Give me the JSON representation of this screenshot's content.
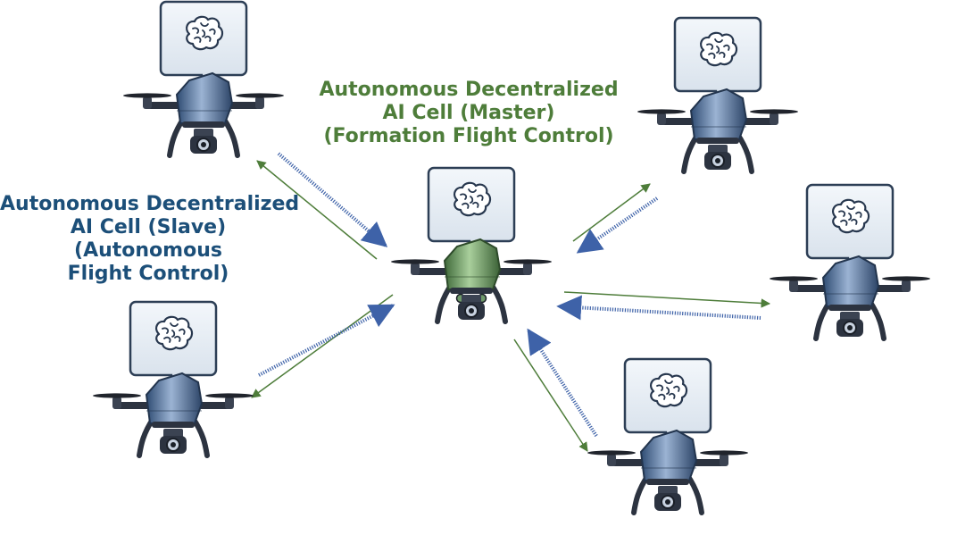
{
  "colors": {
    "master": "#4e7d3a",
    "slave": "#1c4f79",
    "drone_blue": "#4a6d9a",
    "drone_green": "#5e8f55",
    "link_blue": "#3e62a8",
    "link_green": "#4e7d3a"
  },
  "labels": {
    "master": {
      "line1": "Autonomous Decentralized",
      "line2": "AI Cell (Master)",
      "line3": "(Formation Flight Control)"
    },
    "slave": {
      "line1": "Autonomous Decentralized",
      "line2": "AI Cell (Slave)",
      "line3": "(Autonomous",
      "line4": "Flight Control)"
    }
  },
  "icons": {
    "drone": "quadcopter-drone-icon",
    "brain": "brain-icon",
    "bubble": "speech-bubble-icon"
  }
}
